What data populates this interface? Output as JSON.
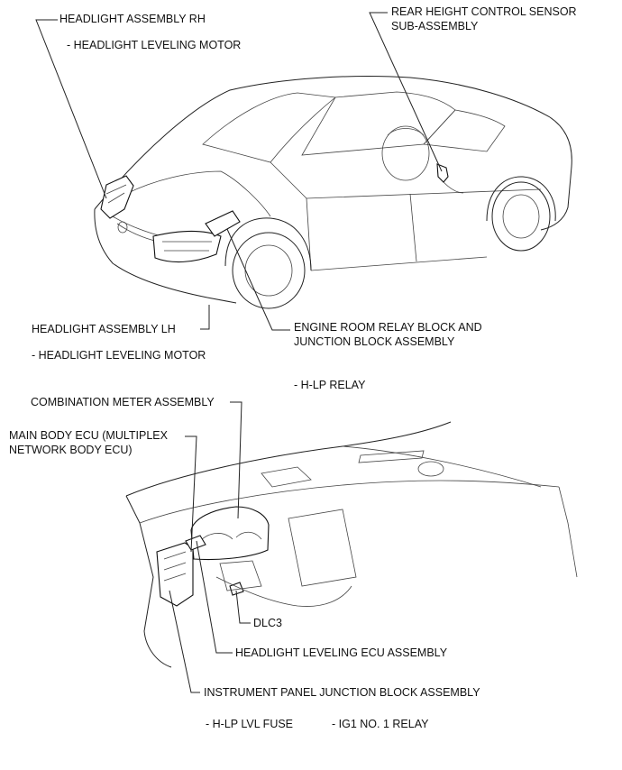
{
  "labels": {
    "headlight_rh": "HEADLIGHT ASSEMBLY RH",
    "headlight_rh_motor": "- HEADLIGHT LEVELING MOTOR",
    "rear_sensor_line1": "REAR HEIGHT CONTROL SENSOR",
    "rear_sensor_line2": "SUB-ASSEMBLY",
    "headlight_lh": "HEADLIGHT ASSEMBLY LH",
    "headlight_lh_motor": "- HEADLIGHT LEVELING MOTOR",
    "engine_room_line1": "ENGINE ROOM RELAY BLOCK AND",
    "engine_room_line2": "JUNCTION BLOCK ASSEMBLY",
    "hlp_relay": "- H-LP RELAY",
    "combination_meter": "COMBINATION METER ASSEMBLY",
    "main_body_ecu_line1": "MAIN BODY ECU (MULTIPLEX",
    "main_body_ecu_line2": "NETWORK BODY ECU)",
    "dlc3": "DLC3",
    "leveling_ecu": "HEADLIGHT LEVELING ECU ASSEMBLY",
    "instrument_panel_jb": "INSTRUMENT PANEL JUNCTION BLOCK ASSEMBLY",
    "hlp_lvl_fuse": "- H-LP LVL FUSE",
    "ig1_relay": "- IG1 NO. 1 RELAY"
  }
}
